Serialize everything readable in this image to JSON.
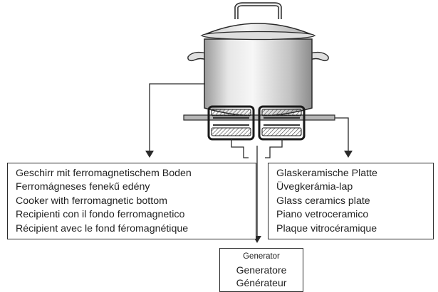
{
  "colors": {
    "line": "#2a2a2a",
    "pot_light": "#f2f2f2",
    "pot_mid": "#c9c9c9",
    "pot_dark": "#8a8a8a",
    "plate": "#b5b5b5",
    "coil": "#1a1a1a"
  },
  "labels": {
    "cookware": [
      "Geschirr mit ferromagnetischem Boden",
      "Ferromágneses fenekű edény",
      "Cooker with ferromagnetic bottom",
      "Recipienti con il fondo ferromagnetico",
      "Récipient avec le fond féromagnétique"
    ],
    "plate": [
      "Glaskeramische Platte",
      "Üvegkerámia-lap",
      "Glass ceramics plate",
      "Piano vetroceramico",
      "Plaque vitrocéramique"
    ],
    "generator": [
      "Generator",
      "Generatore",
      "Générateur"
    ]
  }
}
